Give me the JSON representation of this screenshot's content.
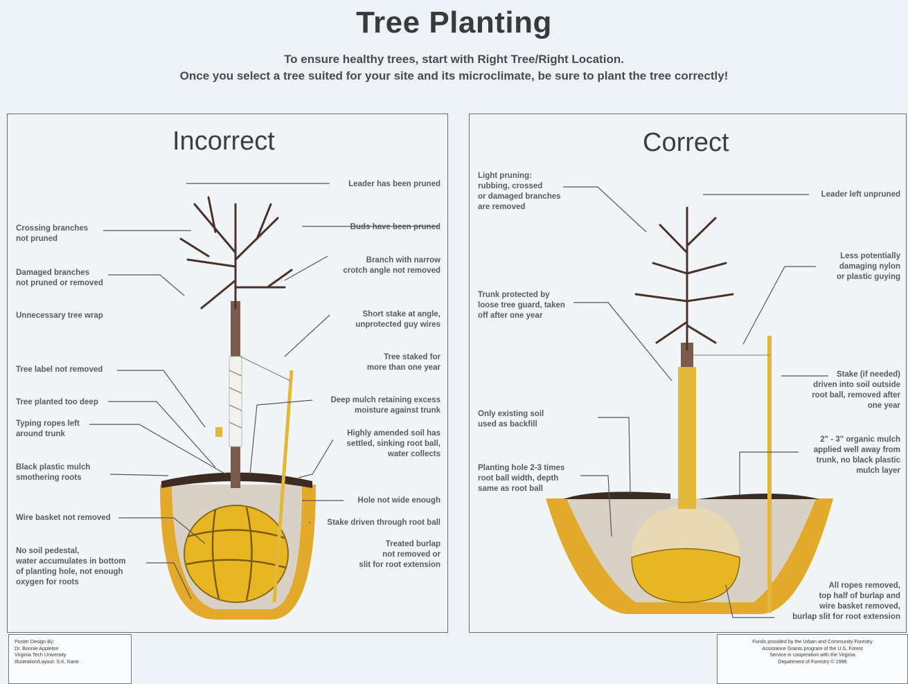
{
  "title": "Tree Planting",
  "subtitle_1": "To ensure healthy trees, start with Right Tree/Right Location.",
  "subtitle_2": "Once you select a tree suited for your site and its microclimate, be sure to plant the tree correctly!",
  "incorrect": {
    "heading": "Incorrect",
    "left_labels": [
      "Crossing branches\nnot pruned",
      "Damaged branches\nnot pruned or removed",
      "Unnecessary tree wrap",
      "Tree label not removed",
      "Tree planted too deep",
      "Typing ropes left\naround trunk",
      "Black plastic mulch\nsmothering roots",
      "Wire basket not removed",
      "No soil pedestal,\nwater accumulates in bottom\nof planting hole, not enough\noxygen for roots"
    ],
    "right_labels": [
      "Leader has been pruned",
      "Buds have been pruned",
      "Branch with narrow\ncrotch angle not removed",
      "Short stake at angle,\nunprotected guy wires",
      "Tree staked for\nmore than one year",
      "Deep mulch retaining excess\nmoisture against trunk",
      "Highly amended soil has\nsettled, sinking root ball,\nwater collects",
      "Hole not wide enough",
      "Stake driven through root ball",
      "Treated burlap\nnot removed or\nslit for root extension"
    ]
  },
  "correct": {
    "heading": "Correct",
    "left_labels": [
      "Light pruning:\nrubbing, crossed\nor damaged branches\nare removed",
      "Trunk protected by\nloose tree guard, taken\noff after one year",
      "Only existing soil\nused as backfill",
      "Planting hole 2-3 times\nroot ball width, depth\nsame as root ball"
    ],
    "right_labels": [
      "Leader left unpruned",
      "Less potentially\ndamaging nylon\nor plastic guying",
      "Stake (if needed)\ndriven into soil outside\nroot ball, removed after\none year",
      "2\" - 3\" organic mulch\napplied well away from\ntrunk, no black plastic\nmulch layer",
      "All ropes removed,\ntop half of burlap and\nwire basket removed,\nburlap slit for root extension"
    ]
  },
  "credit_left": "Poster Design By:\nDr. Bonnie Appleton\nVirginia Tech University\nIllustration/Layout: S.K. Kane",
  "credit_right": "Funds provided by the Urban and Community Forestry\nAssistance Grants program of the U.S. Forest\nService in cooperation with the Virginia\nDepartment of Forestry © 1996",
  "colors": {
    "soil": "#d9d1c5",
    "burlap": "#e8b622",
    "hole_edge": "#d8a630",
    "bark": "#4a3128",
    "stake": "#e3b83a",
    "mulch": "#3b2b22"
  }
}
